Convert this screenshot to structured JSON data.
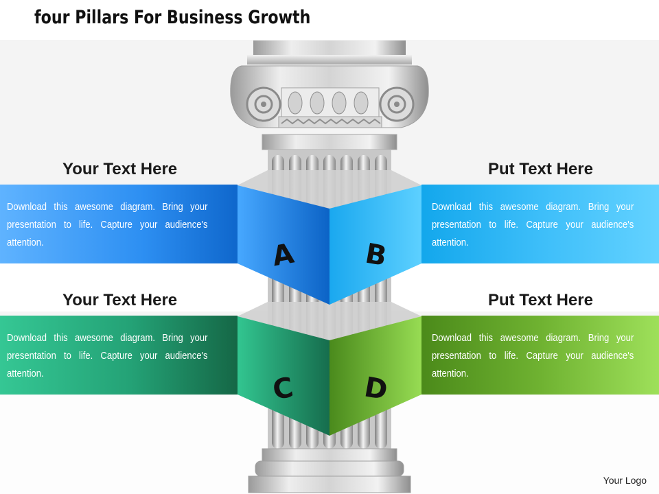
{
  "title": "four Pillars For Business Growth",
  "items": [
    {
      "letter": "A",
      "heading": "Your Text Here",
      "text": "Download this awesome diagram. Bring your presentation to life. Capture your audience's attention.",
      "color_light": "#3aa0ff",
      "color_dark": "#0e6fd4"
    },
    {
      "letter": "B",
      "heading": "Put Text Here",
      "text": "Download this awesome diagram. Bring your presentation to life. Capture your audience's attention.",
      "color_light": "#52c8ff",
      "color_dark": "#17a6ee"
    },
    {
      "letter": "C",
      "heading": "Your Text Here",
      "text": "Download this awesome diagram. Bring your presentation to life. Capture your audience's attention.",
      "color_light": "#2fc08d",
      "color_dark": "#176e4f"
    },
    {
      "letter": "D",
      "heading": "Put Text Here",
      "text": "Download this awesome diagram. Bring your presentation to life. Capture your audience's attention.",
      "color_light": "#93d94f",
      "color_dark": "#4d8a1e"
    }
  ],
  "logo": "Your Logo"
}
